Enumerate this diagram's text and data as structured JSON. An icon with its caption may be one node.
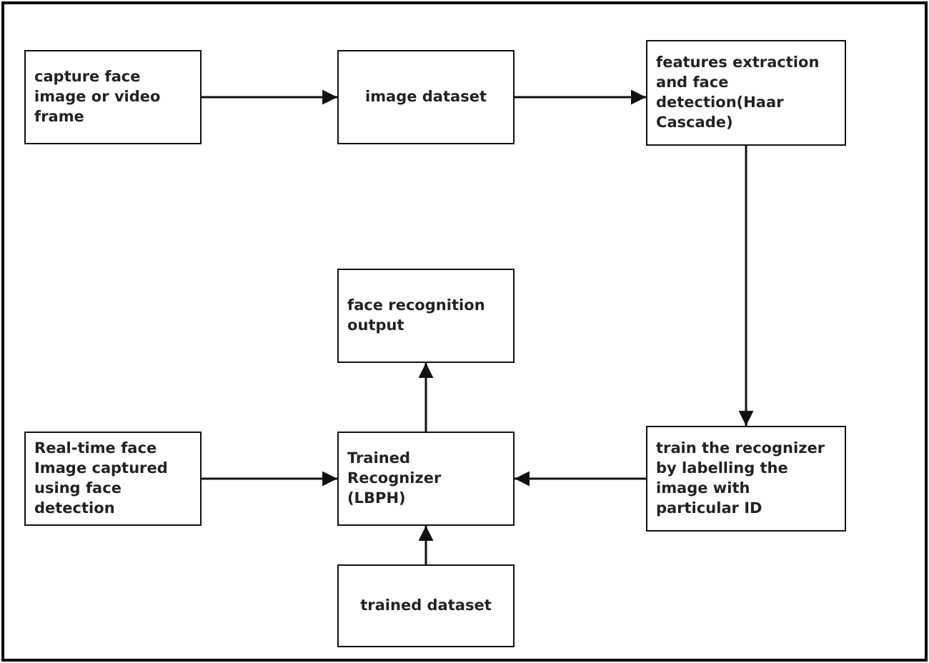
{
  "diagram": {
    "nodes": [
      {
        "text": [
          "capture face image or video frame"
        ]
      },
      {
        "text": [
          "image dataset"
        ]
      },
      {
        "text": [
          "features extraction and face detection(Haar Cascade)"
        ]
      },
      {
        "text": [
          "face recognition output"
        ]
      },
      {
        "text": [
          "Real-time face Image captured using face detection"
        ]
      },
      {
        "text": [
          "Trained Recognizer (LBPH)"
        ]
      },
      {
        "text": [
          "train the recognizer by labelling the image with particular ID"
        ]
      },
      {
        "text": [
          "trained dataset"
        ]
      }
    ],
    "edges": [
      {
        "from": 0,
        "to": 1,
        "arrow": "to"
      },
      {
        "from": 1,
        "to": 2,
        "arrow": "to"
      },
      {
        "from": 2,
        "to": 6,
        "arrow": "to"
      },
      {
        "from": 6,
        "to": 5,
        "arrow": "to"
      },
      {
        "from": 4,
        "to": 5,
        "arrow": "to"
      },
      {
        "from": 5,
        "to": 3,
        "arrow": "to"
      },
      {
        "from": 7,
        "to": 5,
        "arrow": "to"
      }
    ]
  }
}
